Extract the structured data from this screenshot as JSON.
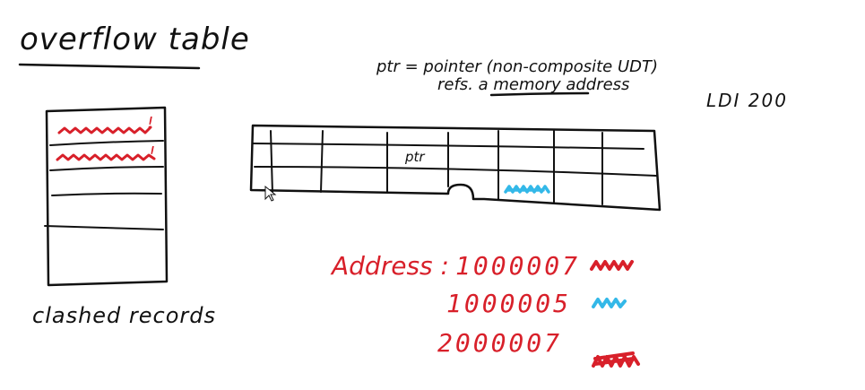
{
  "title": "overflow table",
  "overflow_table": {
    "caption": "clashed records",
    "clash_marks": [
      "!",
      "!"
    ]
  },
  "pointer_note": {
    "line1": "ptr = pointer (non-composite UDT)",
    "line2_prefix": "refs. a ",
    "line2_emphasis": "memory address"
  },
  "instruction": "LDI 200",
  "main_table": {
    "cell_label": "ptr"
  },
  "addresses": {
    "label": "Address :",
    "values": [
      "1000007",
      "1000005",
      "2000007"
    ]
  },
  "colors": {
    "ink": "#111111",
    "red": "#d8202a",
    "blue": "#33b8e8"
  }
}
